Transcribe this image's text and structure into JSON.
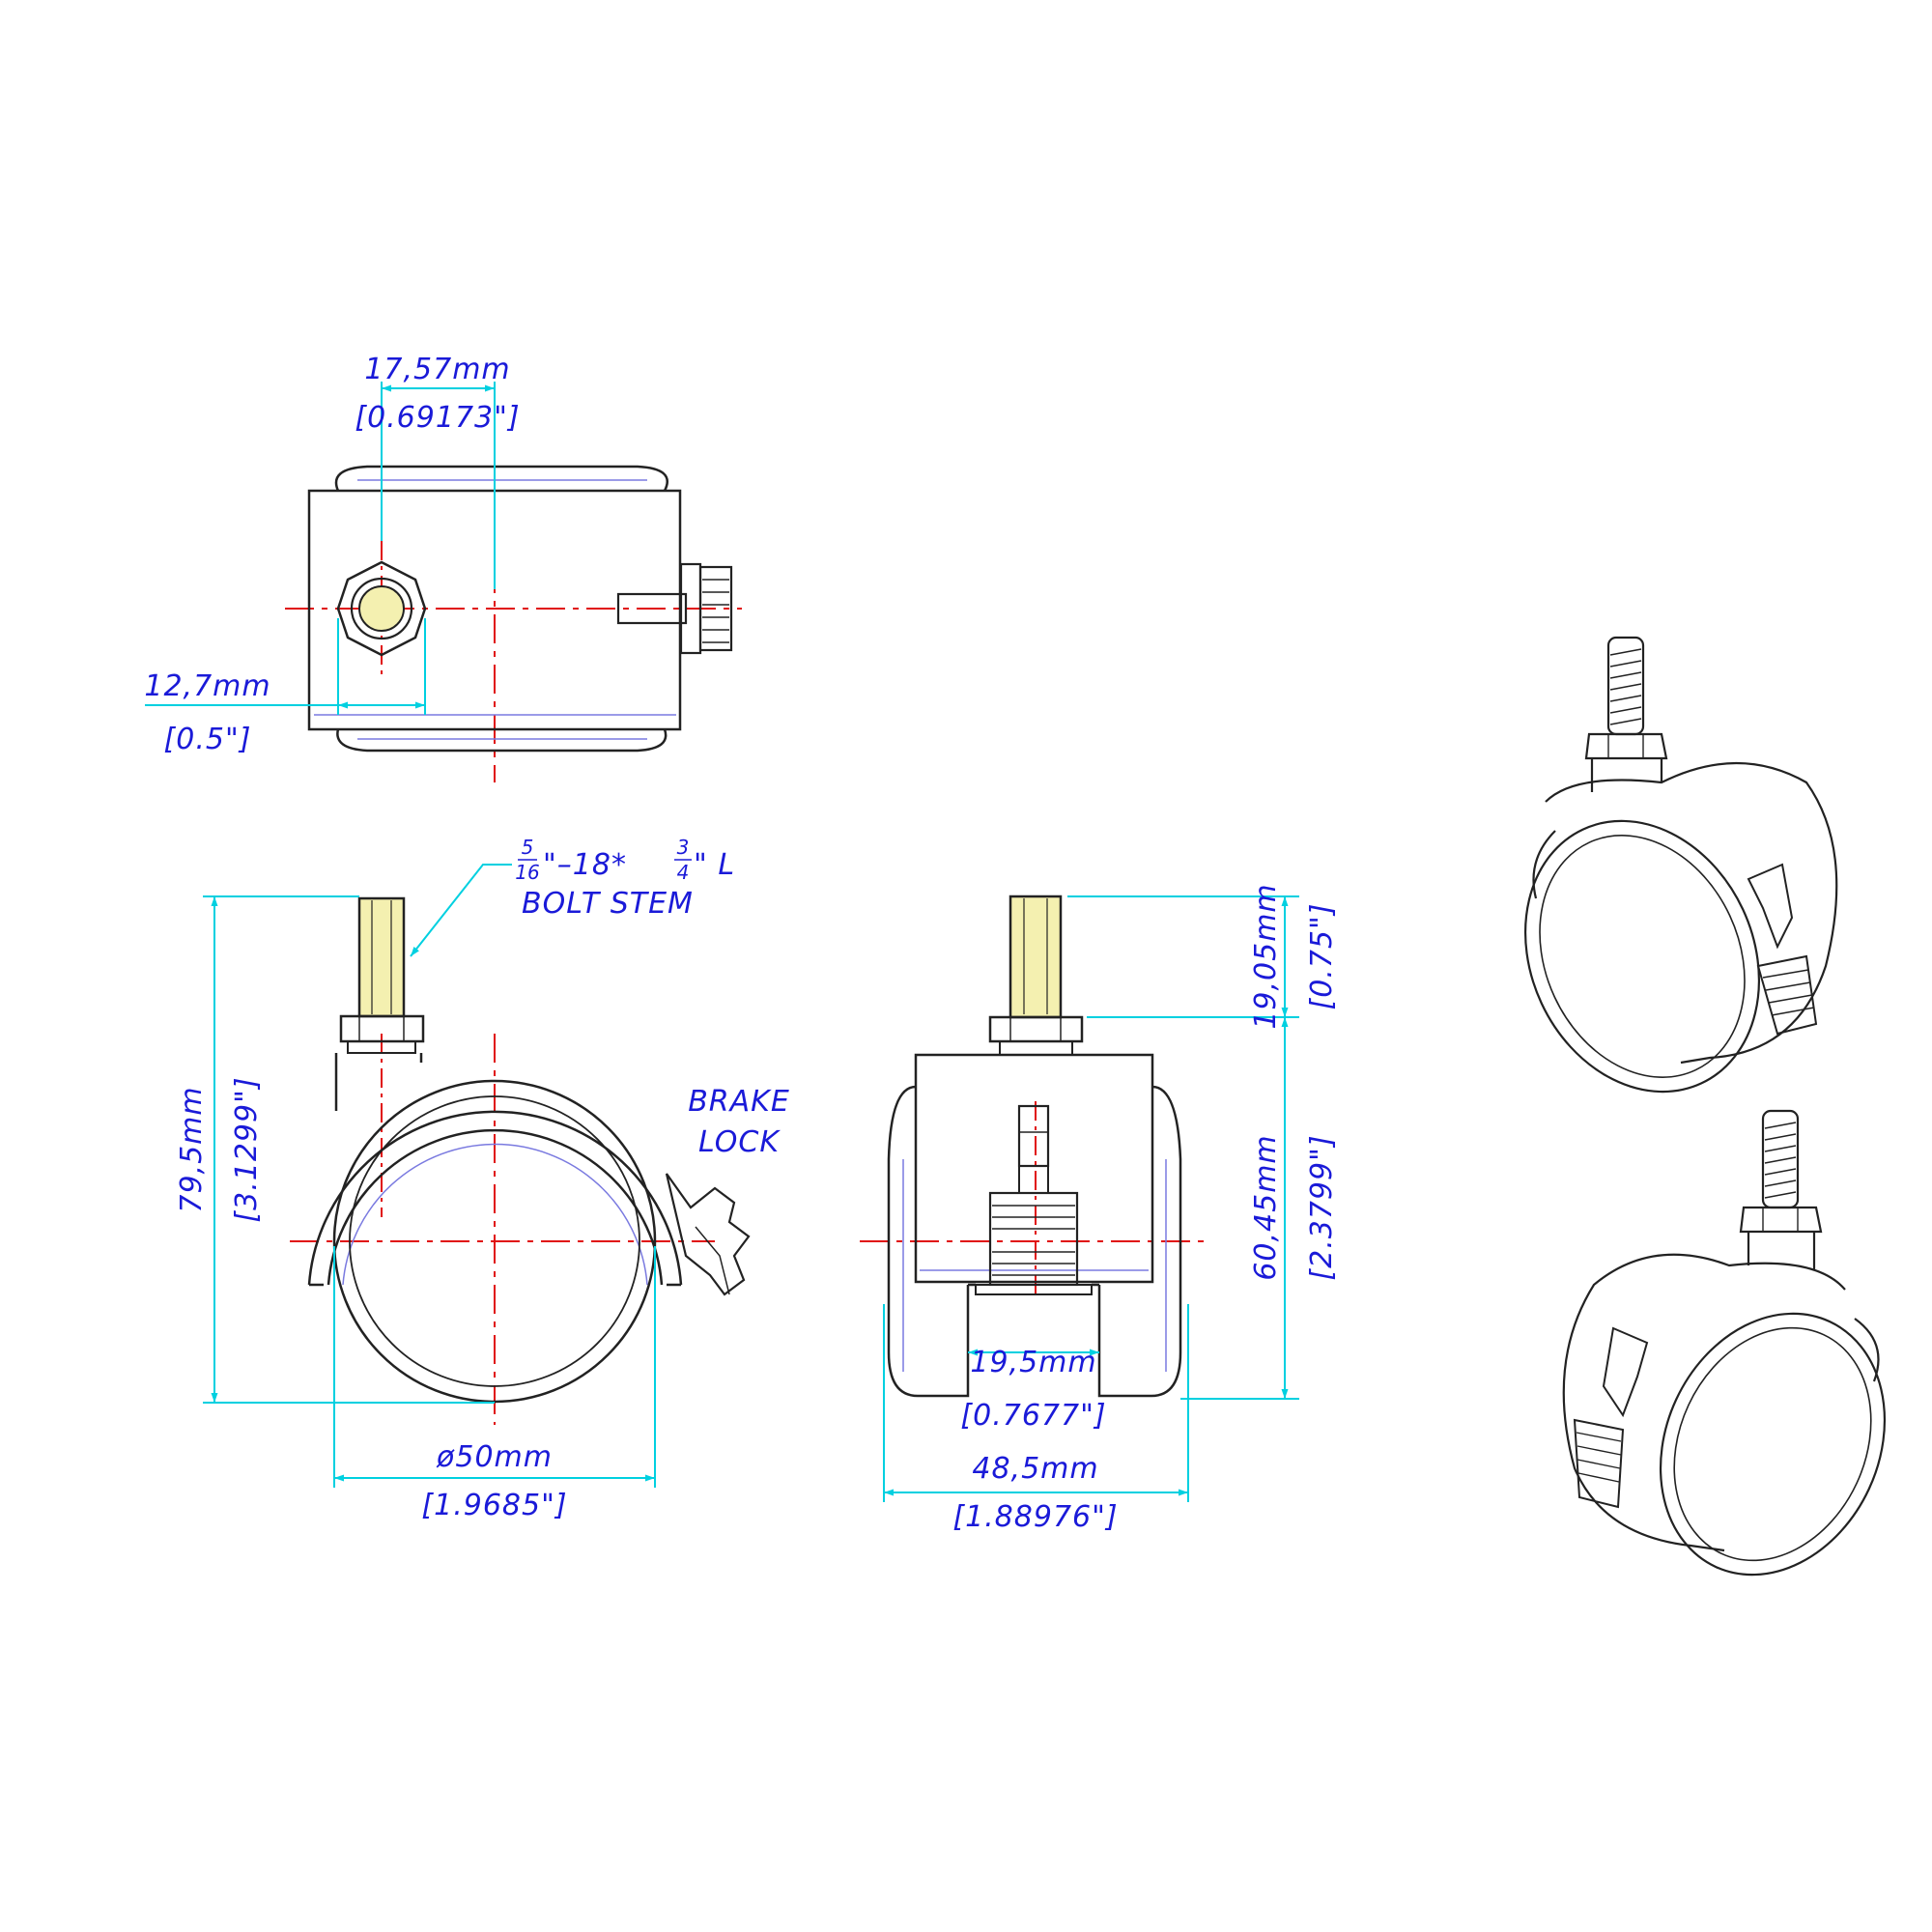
{
  "colors": {
    "text": "#1a1ad8",
    "dimension_line": "#00d0e0",
    "center_line": "#e01010",
    "outline": "#222222",
    "hidden_line": "#7a7ae0",
    "stem_fill": "#f4f0b0"
  },
  "top_view": {
    "dim_hole": {
      "mm": "17,57mm",
      "inch": "[0.69173\"]"
    },
    "dim_hex": {
      "mm": "12,7mm",
      "inch": "[0.5\"]"
    }
  },
  "side_view": {
    "bolt_note": {
      "num1": "5",
      "den1": "16",
      "mid": "\"–18*",
      "num2": "3",
      "den2": "4",
      "tail": "\" L",
      "line2": "BOLT STEM"
    },
    "brake_label": {
      "line1": "BRAKE",
      "line2": "LOCK"
    },
    "dim_height": {
      "mm": "79,5mm",
      "inch": "[3.1299\"]"
    },
    "dim_diameter": {
      "mm": "ø50mm",
      "inch": "[1.9685\"]"
    }
  },
  "front_view": {
    "dim_stem": {
      "mm": "19,05mm",
      "inch": "[0.75\"]"
    },
    "dim_body": {
      "mm": "60,45mm",
      "inch": "[2.3799\"]"
    },
    "dim_gap": {
      "mm": "19,5mm",
      "inch": "[0.7677\"]"
    },
    "dim_width": {
      "mm": "48,5mm",
      "inch": "[1.88976\"]"
    }
  },
  "icons": [
    "caster-iso-icon",
    "caster-iso-icon"
  ]
}
